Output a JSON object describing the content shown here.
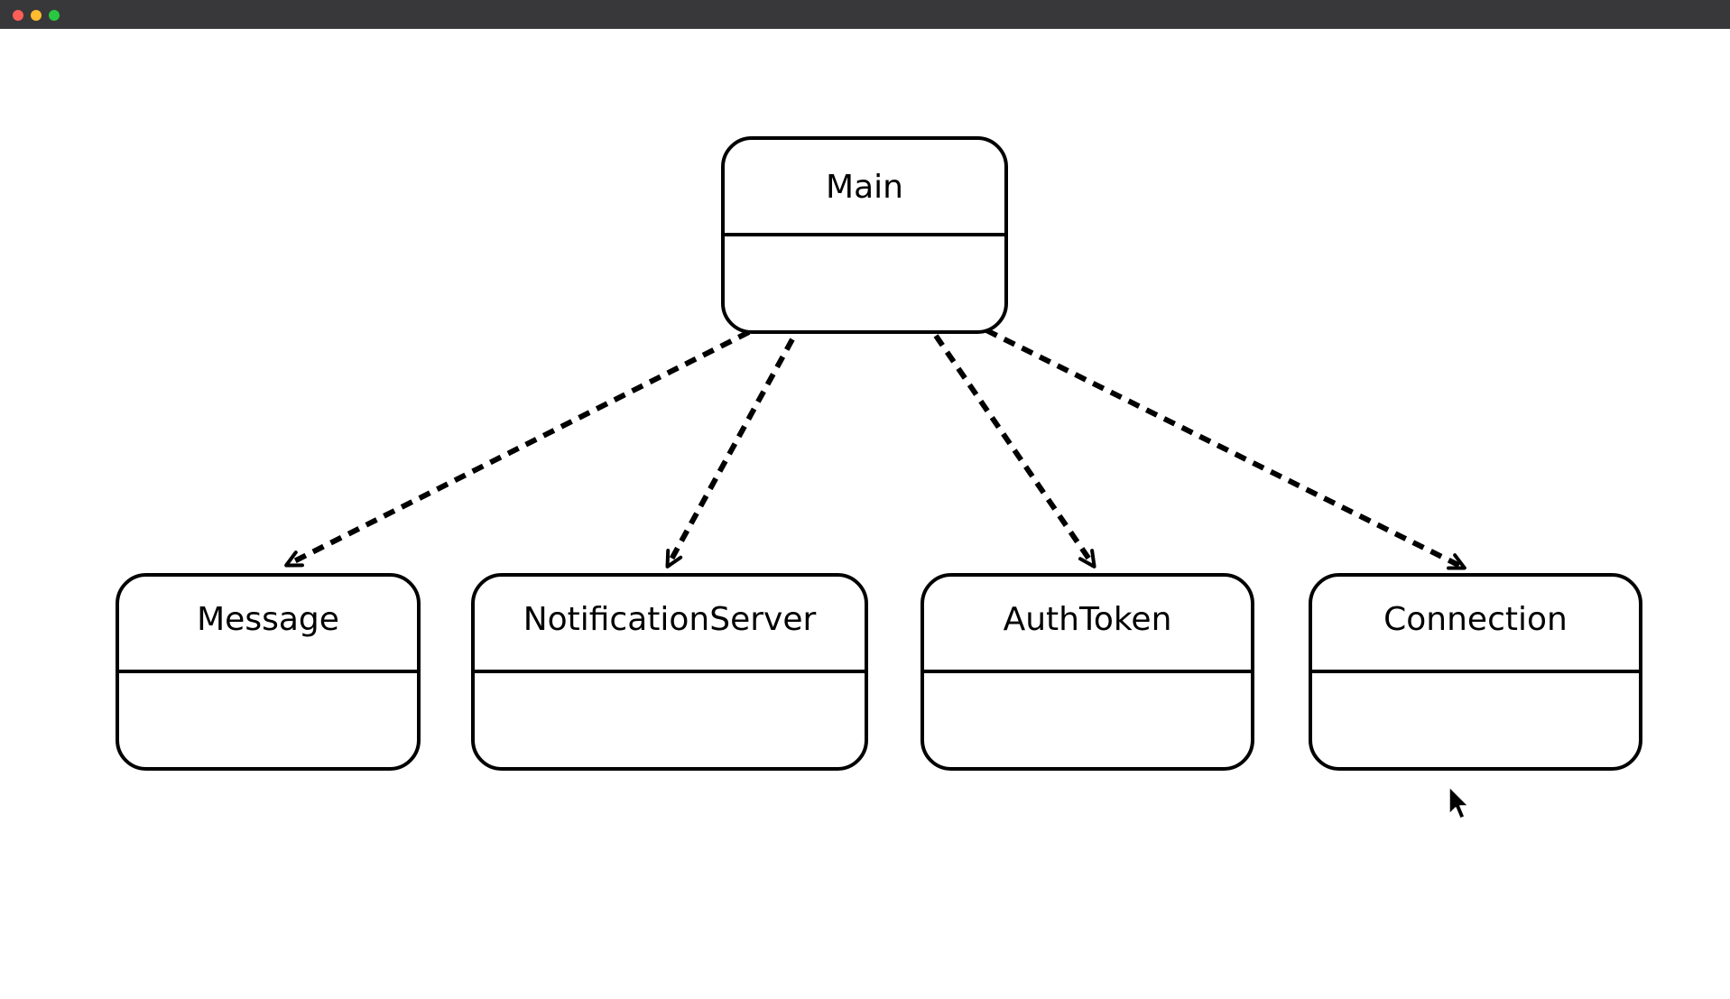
{
  "window": {
    "controls": [
      "close",
      "minimize",
      "maximize"
    ]
  },
  "diagram": {
    "classes": [
      {
        "id": "main",
        "name": "Main"
      },
      {
        "id": "message",
        "name": "Message"
      },
      {
        "id": "notificationserver",
        "name": "NotificationServer"
      },
      {
        "id": "authtoken",
        "name": "AuthToken"
      },
      {
        "id": "connection",
        "name": "Connection"
      }
    ],
    "relations": [
      {
        "from": "main",
        "to": "message",
        "style": "dashed",
        "arrow": "open"
      },
      {
        "from": "main",
        "to": "notificationserver",
        "style": "dashed",
        "arrow": "open"
      },
      {
        "from": "main",
        "to": "authtoken",
        "style": "dashed",
        "arrow": "open"
      },
      {
        "from": "main",
        "to": "connection",
        "style": "dashed",
        "arrow": "open"
      }
    ]
  },
  "cursor": {
    "icon": "arrow-cursor-icon"
  }
}
